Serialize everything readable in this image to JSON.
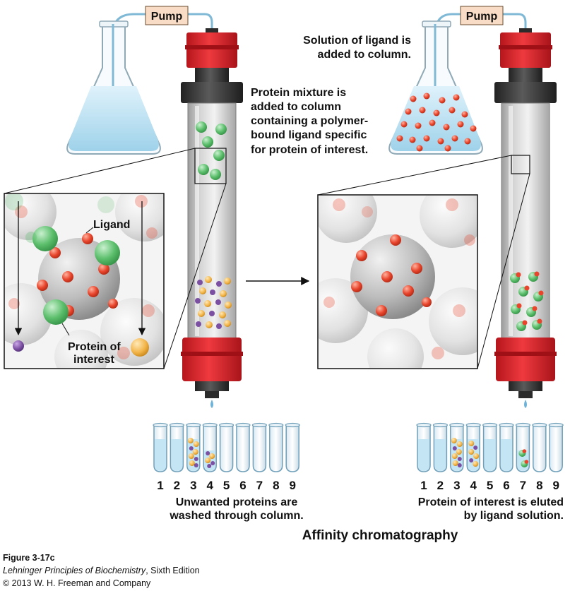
{
  "figure": {
    "title": "Affinity chromatography",
    "figure_number": "Figure 3-17c",
    "book_title": "Lehninger Principles of Biochemistry",
    "book_edition": ", Sixth Edition",
    "copyright": "© 2013 W. H. Freeman and Company"
  },
  "left_panel": {
    "pump_label": "Pump",
    "caption_lines": [
      "Protein mixture is",
      "added to column",
      "containing a polymer-",
      "bound ligand specific",
      "for protein of interest."
    ],
    "inset_ligand_label": "Ligand",
    "inset_protein_label_lines": [
      "Protein of",
      "interest"
    ],
    "tube_numbers": [
      "1",
      "2",
      "3",
      "4",
      "5",
      "6",
      "7",
      "8",
      "9"
    ],
    "bottom_caption_lines": [
      "Unwanted proteins are",
      "washed through column."
    ]
  },
  "right_panel": {
    "pump_label": "Pump",
    "caption_lines": [
      "Solution of ligand is",
      "added to column."
    ],
    "tube_numbers": [
      "1",
      "2",
      "3",
      "4",
      "5",
      "6",
      "7",
      "8",
      "9"
    ],
    "bottom_caption_lines": [
      "Protein of interest is eluted",
      "by ligand solution."
    ]
  },
  "colors": {
    "cap_red": "#e0242b",
    "cap_dark": "#3a3a3a",
    "liquid_blue": "#bfe3f3",
    "ligand_red": "#e8452c",
    "protein_green": "#58b86a",
    "protein_orange": "#f2b448",
    "protein_purple": "#7b4fa2",
    "pump_box": "#f9dcc5",
    "arrow": "#111111"
  },
  "icons": {
    "flask": "erlenmeyer-flask-icon",
    "pump": "pump-icon",
    "column": "chromatography-column-icon",
    "tube": "test-tube-icon",
    "bead": "polymer-bead-icon",
    "arrow": "arrow-right-icon"
  }
}
